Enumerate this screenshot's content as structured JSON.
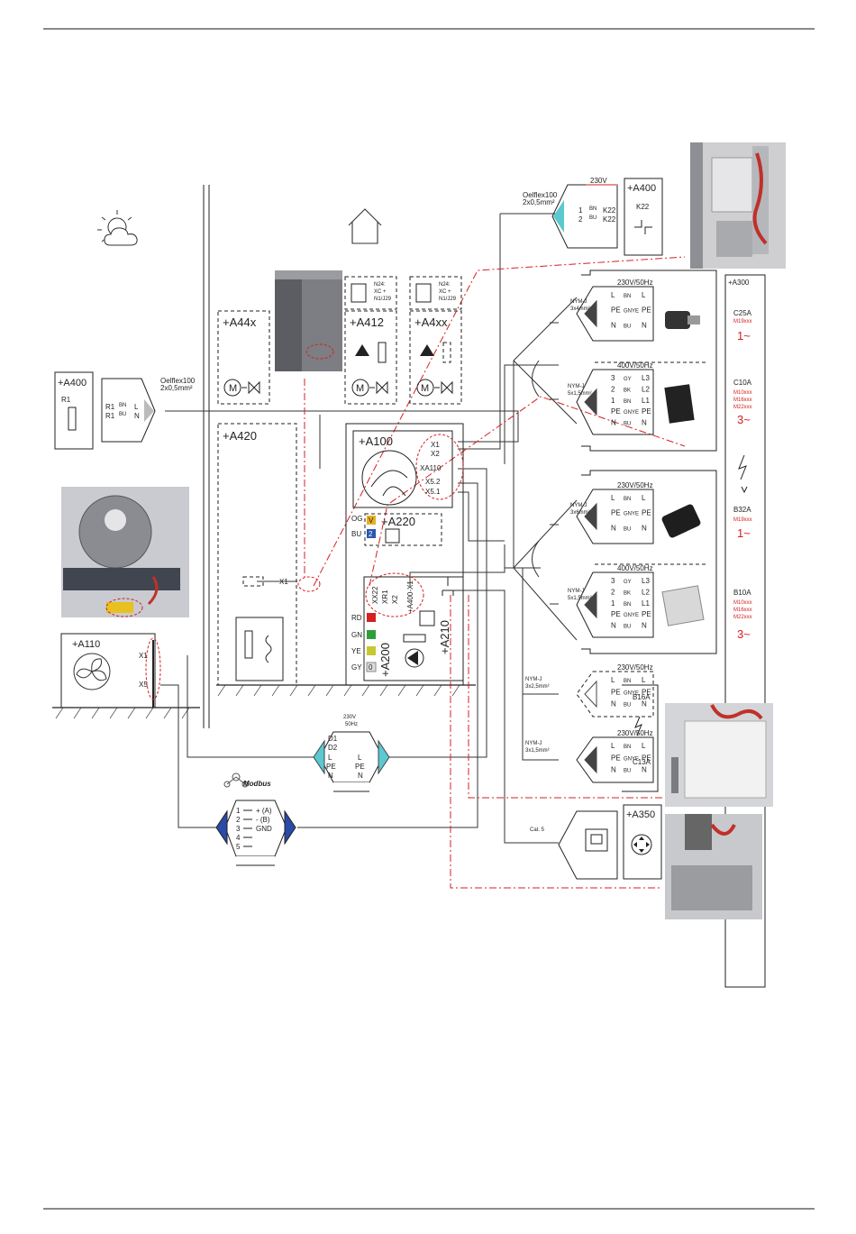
{
  "colors": {
    "accent_red": "#d42020",
    "rd": "#d42020",
    "gn": "#2e9e3a",
    "ye": "#c8c832",
    "gy": "#dcdcdc",
    "og": "#e8b020",
    "bu": "#2a55b0",
    "cyan": "#5cc8d0",
    "blue": "#2a4aa8",
    "dark": "#444444"
  },
  "units": {
    "a400_top": {
      "title": "+A400",
      "relay": "K22"
    },
    "a400_left": {
      "title": "+A400",
      "r1": "R1"
    },
    "a44x": "+A44x",
    "a412": "+A412",
    "a4xx": "+A4xx",
    "a420": "+A420",
    "a420_x1": "X1",
    "a100": "+A100",
    "a100_terms": [
      "X1",
      "X2",
      "XA110",
      "X5.2",
      "X5.1"
    ],
    "a220": "+A220",
    "a220_rows": [
      {
        "code": "OG",
        "sym": "V"
      },
      {
        "code": "BU",
        "sym": "2"
      }
    ],
    "a200": "+A200",
    "a200_rows": [
      {
        "code": "RD",
        "sym": "≡"
      },
      {
        "code": "GN",
        "sym": "≡"
      },
      {
        "code": "YE",
        "sym": "≡"
      },
      {
        "code": "GY",
        "sym": "0"
      }
    ],
    "a210": "+A210",
    "a210_terms": [
      "XX22",
      "XR1",
      "X2",
      "+A400-X1"
    ],
    "a110": "+A110",
    "a110_terms": [
      "X1",
      "X5"
    ],
    "a300": "+A300",
    "a350": "+A350",
    "motor": "M",
    "n24": [
      "N24:",
      "XC +",
      "N1/J29"
    ]
  },
  "cables": {
    "oelflex_top": [
      "Oelflex100",
      "2x0,5mm²"
    ],
    "oelflex_left": [
      "Oelflex100",
      "2x0,5mm²"
    ],
    "c1": [
      "NYM-J",
      "3x4mm²"
    ],
    "c2": [
      "NYM-J",
      "5x1,5mm²"
    ],
    "c3": [
      "NYM-J",
      "3x6mm²"
    ],
    "c4": [
      "NYM-J",
      "5x1,5mm²"
    ],
    "c5": [
      "NYM-J",
      "3x2,5mm²"
    ],
    "c6": [
      "NYM-J",
      "3x1,5mm²"
    ],
    "cat5": "Cat. 5"
  },
  "connectors": {
    "top": {
      "voltage": "230V",
      "pins": [
        "1",
        "2"
      ],
      "wires": [
        "BN",
        "BU"
      ],
      "ends": [
        "K22",
        "K22"
      ]
    },
    "left": {
      "pins": [
        "R1",
        "R1"
      ],
      "wires": [
        "BN",
        "BU"
      ],
      "ends": [
        "L",
        "N"
      ]
    },
    "p1": {
      "voltage": "230V/50Hz",
      "left": [
        "L",
        "PE",
        "N"
      ],
      "wires": [
        "BN",
        "GNYE",
        "BU"
      ],
      "right": [
        "L",
        "PE",
        "N"
      ]
    },
    "p2": {
      "voltage": "400V/50Hz",
      "left": [
        "3",
        "2",
        "1",
        "PE",
        "N"
      ],
      "wires": [
        "GY",
        "BK",
        "BN",
        "GNYE",
        "BU"
      ],
      "right": [
        "L3",
        "L2",
        "L1",
        "PE",
        "N"
      ]
    },
    "p3": {
      "voltage": "230V/50Hz",
      "left": [
        "L",
        "PE",
        "N"
      ],
      "wires": [
        "BN",
        "GNYE",
        "BU"
      ],
      "right": [
        "L",
        "PE",
        "N"
      ]
    },
    "p4": {
      "voltage": "400V/50Hz",
      "left": [
        "3",
        "2",
        "1",
        "PE",
        "N"
      ],
      "wires": [
        "GY",
        "BK",
        "BN",
        "GNYE",
        "BU"
      ],
      "right": [
        "L3",
        "L2",
        "L1",
        "PE",
        "N"
      ]
    },
    "p5": {
      "voltage": "230V/50Hz",
      "left": [
        "L",
        "PE",
        "N"
      ],
      "wires": [
        "BN",
        "GNYE",
        "BU"
      ],
      "right": [
        "L",
        "PE",
        "N"
      ]
    },
    "p6": {
      "voltage": "230V/50Hz",
      "left": [
        "L",
        "PE",
        "N"
      ],
      "wires": [
        "BN",
        "GNYE",
        "BU"
      ],
      "right": [
        "L",
        "PE",
        "N"
      ]
    },
    "bottom": {
      "voltage": [
        "230V",
        "50Hz"
      ],
      "rows": [
        [
          "D1",
          ""
        ],
        [
          "D2",
          ""
        ],
        [
          "L",
          "L"
        ],
        [
          "PE",
          "PE"
        ],
        [
          "N",
          "N"
        ]
      ]
    },
    "modbus": {
      "brand": "Modbus",
      "rows": [
        [
          "1",
          "+ (A)"
        ],
        [
          "2",
          "- (B)"
        ],
        [
          "3",
          "GND"
        ],
        [
          "4",
          ""
        ],
        [
          "5",
          ""
        ]
      ]
    }
  },
  "breakers": [
    {
      "rating": "C25A",
      "codes": [
        "M19xxx"
      ],
      "phase": "1~"
    },
    {
      "rating": "C10A",
      "codes": [
        "M10xxx",
        "M16xxx",
        "M22xxx"
      ],
      "phase": "3~"
    },
    {
      "rating": "B32A",
      "codes": [
        "M19xxx"
      ],
      "phase": "1~"
    },
    {
      "rating": "B10A",
      "codes": [
        "M10xxx",
        "M16xxx",
        "M22xxx"
      ],
      "phase": "3~"
    }
  ],
  "breakers_low": [
    "B16A",
    "C13A"
  ]
}
